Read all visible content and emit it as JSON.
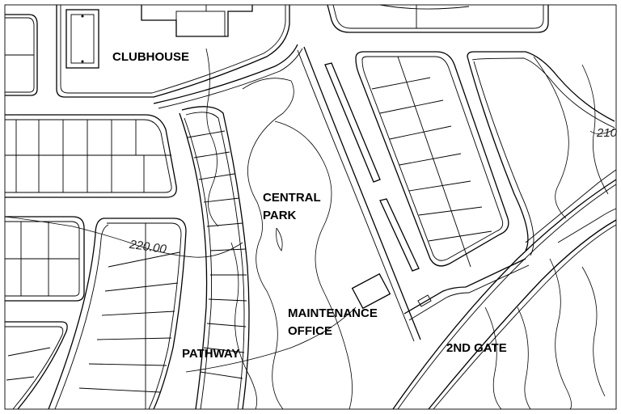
{
  "labels": {
    "clubhouse": "CLUBHOUSE",
    "central_park_line1": "CENTRAL",
    "central_park_line2": "PARK",
    "maintenance_line1": "MAINTENANCE",
    "maintenance_line2": "OFFICE",
    "pathway": "PATHWAY",
    "second_gate": "2ND GATE"
  },
  "contours": {
    "c220": "220.00",
    "c210": "210"
  },
  "colors": {
    "background": "#ffffff",
    "linework": "#000000"
  }
}
